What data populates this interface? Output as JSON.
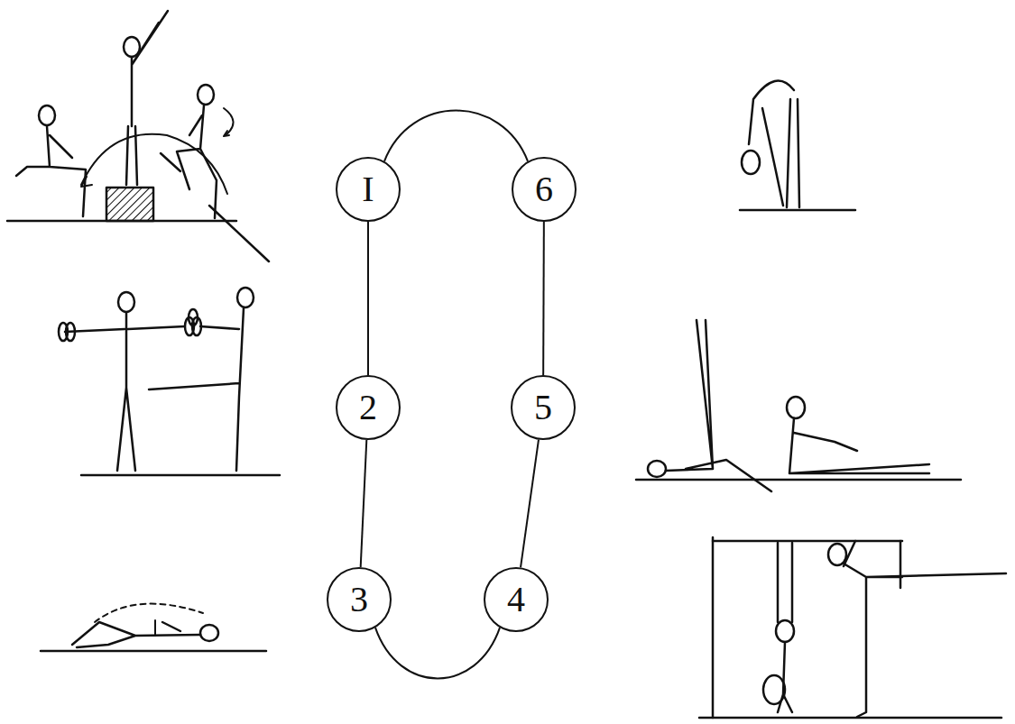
{
  "diagram": {
    "nodes": [
      {
        "text": [
          "I"
        ]
      },
      {
        "text": [
          "2"
        ]
      },
      {
        "text": [
          "3"
        ]
      },
      {
        "text": [
          "4"
        ]
      },
      {
        "text": [
          "5"
        ]
      },
      {
        "text": [
          "6"
        ]
      }
    ],
    "edges": [
      {
        "from": 0,
        "to": 1,
        "arrow": "none"
      },
      {
        "from": 1,
        "to": 2,
        "arrow": "none"
      },
      {
        "from": 2,
        "to": 3,
        "arrow": "none"
      },
      {
        "from": 3,
        "to": 4,
        "arrow": "none"
      },
      {
        "from": 4,
        "to": 5,
        "arrow": "none"
      },
      {
        "from": 5,
        "to": 0,
        "arrow": "none"
      }
    ]
  }
}
